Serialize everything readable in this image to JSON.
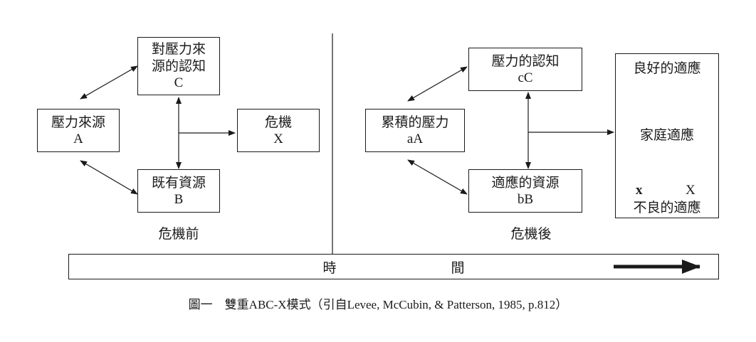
{
  "pre_crisis": {
    "perception_box": {
      "line1": "對壓力來",
      "line2": "源的認知",
      "code": "C"
    },
    "stressor_box": {
      "line1": "壓力來源",
      "code": "A"
    },
    "resources_box": {
      "line1": "既有資源",
      "code": "B"
    },
    "crisis_box": {
      "line1": "危機",
      "code": "X"
    },
    "phase_label": "危機前"
  },
  "post_crisis": {
    "pileup_box": {
      "line1": "累積的壓力",
      "code": "aA"
    },
    "perception_box": {
      "line1": "壓力的認知",
      "code": "cC"
    },
    "resources_box": {
      "line1": "適應的資源",
      "code": "bB"
    },
    "adaptation_box": {
      "top": "良好的適應",
      "middle": "家庭適應",
      "left_mark": "x",
      "right_mark": "X",
      "bottom": "不良的適應"
    },
    "phase_label": "危機後"
  },
  "timeline": {
    "char1": "時",
    "char2": "間"
  },
  "caption": "圖一　雙重ABC-X模式（引自Levee, McCubin, & Patterson, 1985, p.812）"
}
